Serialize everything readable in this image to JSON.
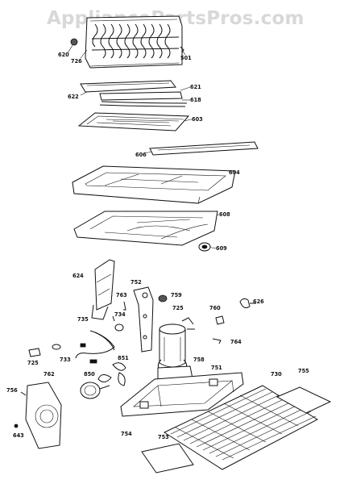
{
  "watermark": "AppliancePartsPros.com",
  "labels": {
    "l620": "620",
    "l726": "726",
    "l501": "501",
    "l621": "621",
    "l622": "622",
    "l618": "618",
    "l603": "603",
    "l606": "606",
    "l604": "604",
    "l608": "608",
    "l609": "609",
    "l624": "624",
    "l752": "752",
    "l763": "763",
    "l759": "759",
    "l725a": "725",
    "l734": "734",
    "l735": "735",
    "l760": "760",
    "l626": "626",
    "l764": "764",
    "l733": "733",
    "l851": "851",
    "l758": "758",
    "l751": "751",
    "l725b": "725",
    "l762": "762",
    "l850": "850",
    "l730": "730",
    "l755": "755",
    "l756": "756",
    "l643": "643",
    "l754": "754",
    "l753": "753"
  }
}
